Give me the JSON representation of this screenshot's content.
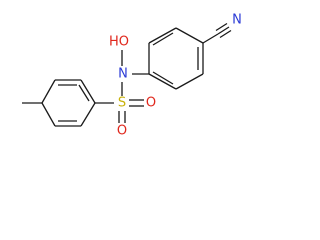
{
  "molecule": {
    "atoms": {
      "nitrile_n": {
        "label": "N",
        "color": "#2b3bd6"
      },
      "hydroxyl": {
        "label": "HO",
        "color": "#e0271c"
      },
      "amine_n": {
        "label": "N",
        "color": "#2b3bd6"
      },
      "sulfur": {
        "label": "S",
        "color": "#c9b20b"
      },
      "sulfonyl_o_right": {
        "label": "O",
        "color": "#e0271c"
      },
      "sulfonyl_o_bottom": {
        "label": "O",
        "color": "#e0271c"
      }
    },
    "bond_color": "#1a1a1a"
  }
}
